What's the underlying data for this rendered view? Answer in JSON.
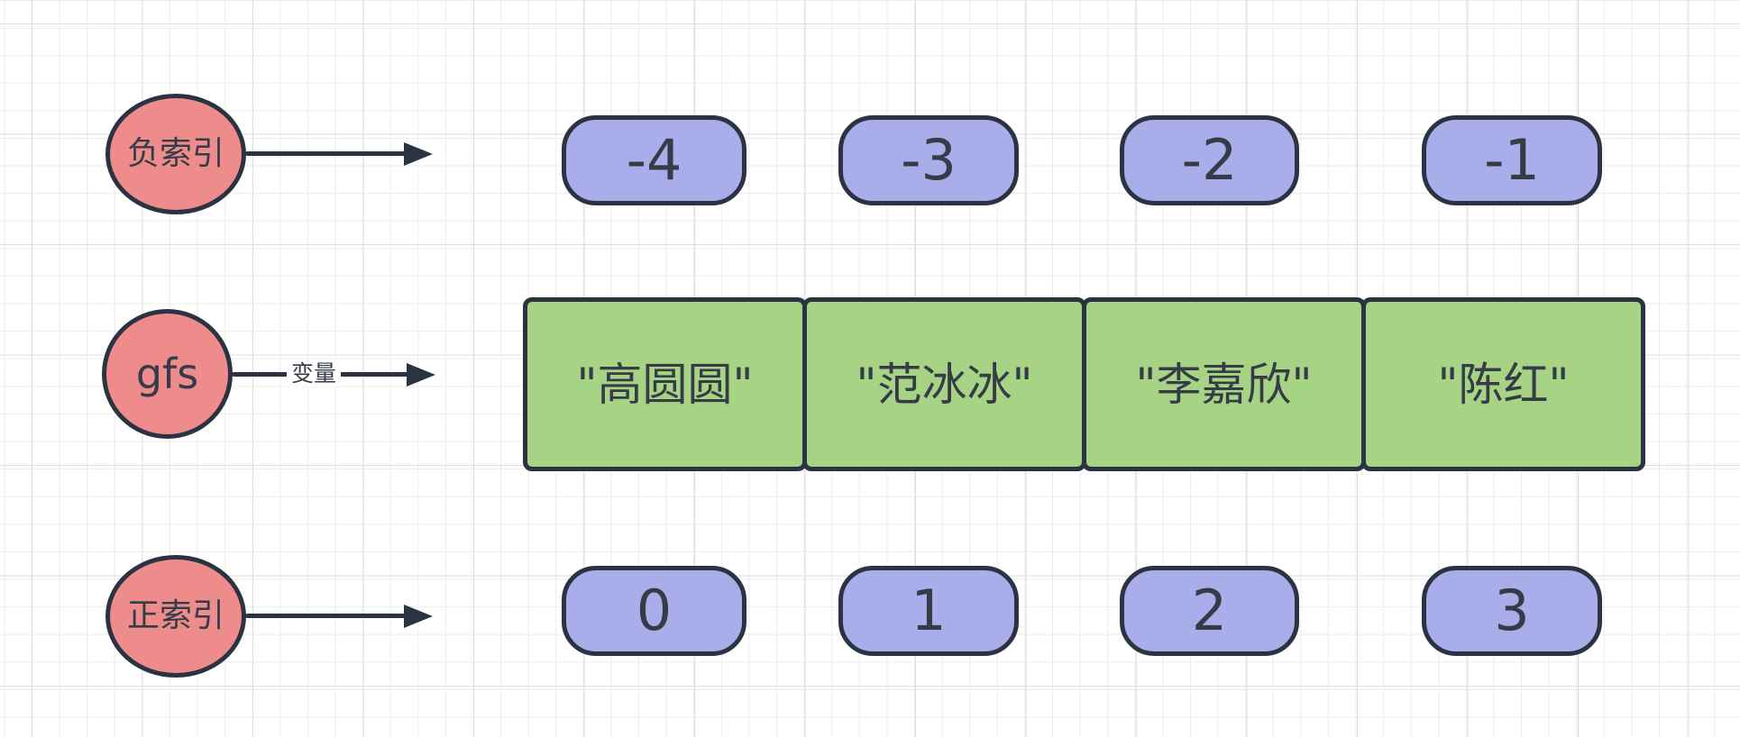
{
  "diagram": {
    "title_hint": "python-list-indexing-diagram",
    "colors": {
      "stroke": "#2b3342",
      "circle_fill": "#ee8c8c",
      "pill_fill": "#a9ade9",
      "box_fill": "#a6d384",
      "background": "#ffffff",
      "grid_minor": "#ececec",
      "grid_major": "#dedede"
    },
    "rows": [
      {
        "circle_label": "负索引",
        "arrow_label": "",
        "items": [
          "-4",
          "-3",
          "-2",
          "-1"
        ]
      },
      {
        "circle_label": "gfs",
        "arrow_label": "变量",
        "items": [
          "\"高圆圆\"",
          "\"范冰冰\"",
          "\"李嘉欣\"",
          "\"陈红\""
        ]
      },
      {
        "circle_label": "正索引",
        "arrow_label": "",
        "items": [
          "0",
          "1",
          "2",
          "3"
        ]
      }
    ]
  }
}
